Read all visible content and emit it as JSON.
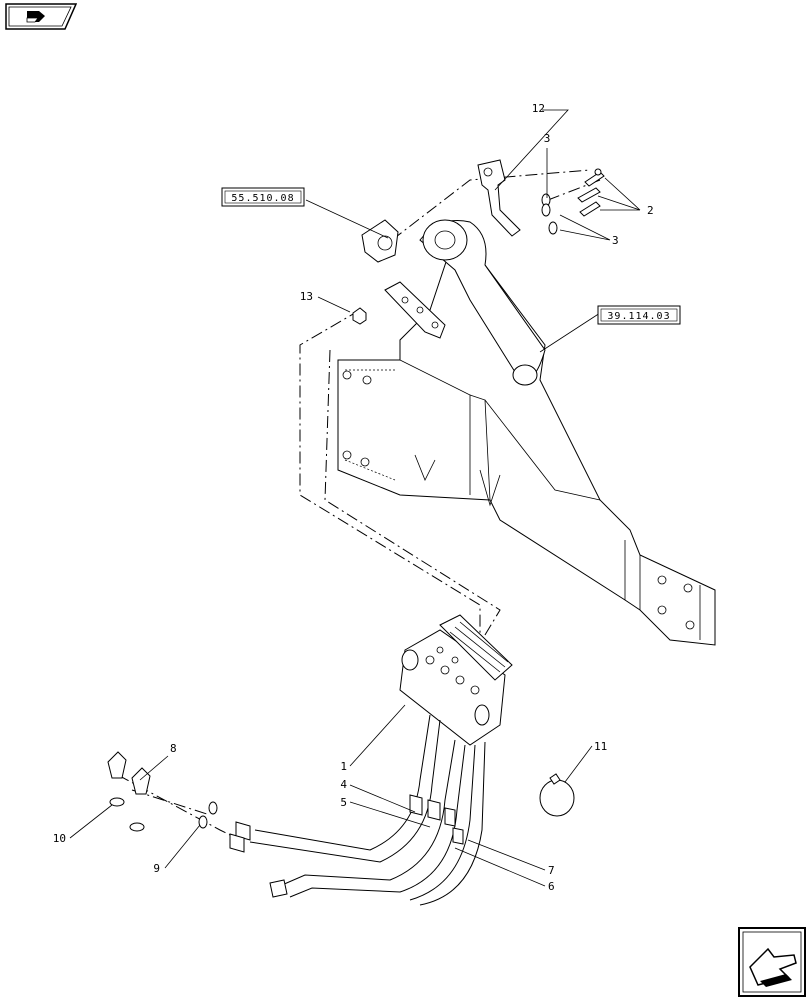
{
  "diagram": {
    "callouts": [
      {
        "id": "c1",
        "label": "1"
      },
      {
        "id": "c2",
        "label": "2"
      },
      {
        "id": "c3a",
        "label": "3"
      },
      {
        "id": "c3b",
        "label": "3"
      },
      {
        "id": "c4",
        "label": "4"
      },
      {
        "id": "c5",
        "label": "5"
      },
      {
        "id": "c6",
        "label": "6"
      },
      {
        "id": "c7",
        "label": "7"
      },
      {
        "id": "c8",
        "label": "8"
      },
      {
        "id": "c9",
        "label": "9"
      },
      {
        "id": "c10",
        "label": "10"
      },
      {
        "id": "c11",
        "label": "11"
      },
      {
        "id": "c12",
        "label": "12"
      },
      {
        "id": "c13",
        "label": "13"
      }
    ],
    "references": [
      {
        "id": "r1",
        "label": "55.510.08"
      },
      {
        "id": "r2",
        "label": "39.114.03"
      }
    ]
  },
  "navigation": {
    "previous_icon": "arrow-back-icon",
    "next_icon": "arrow-forward-icon"
  }
}
